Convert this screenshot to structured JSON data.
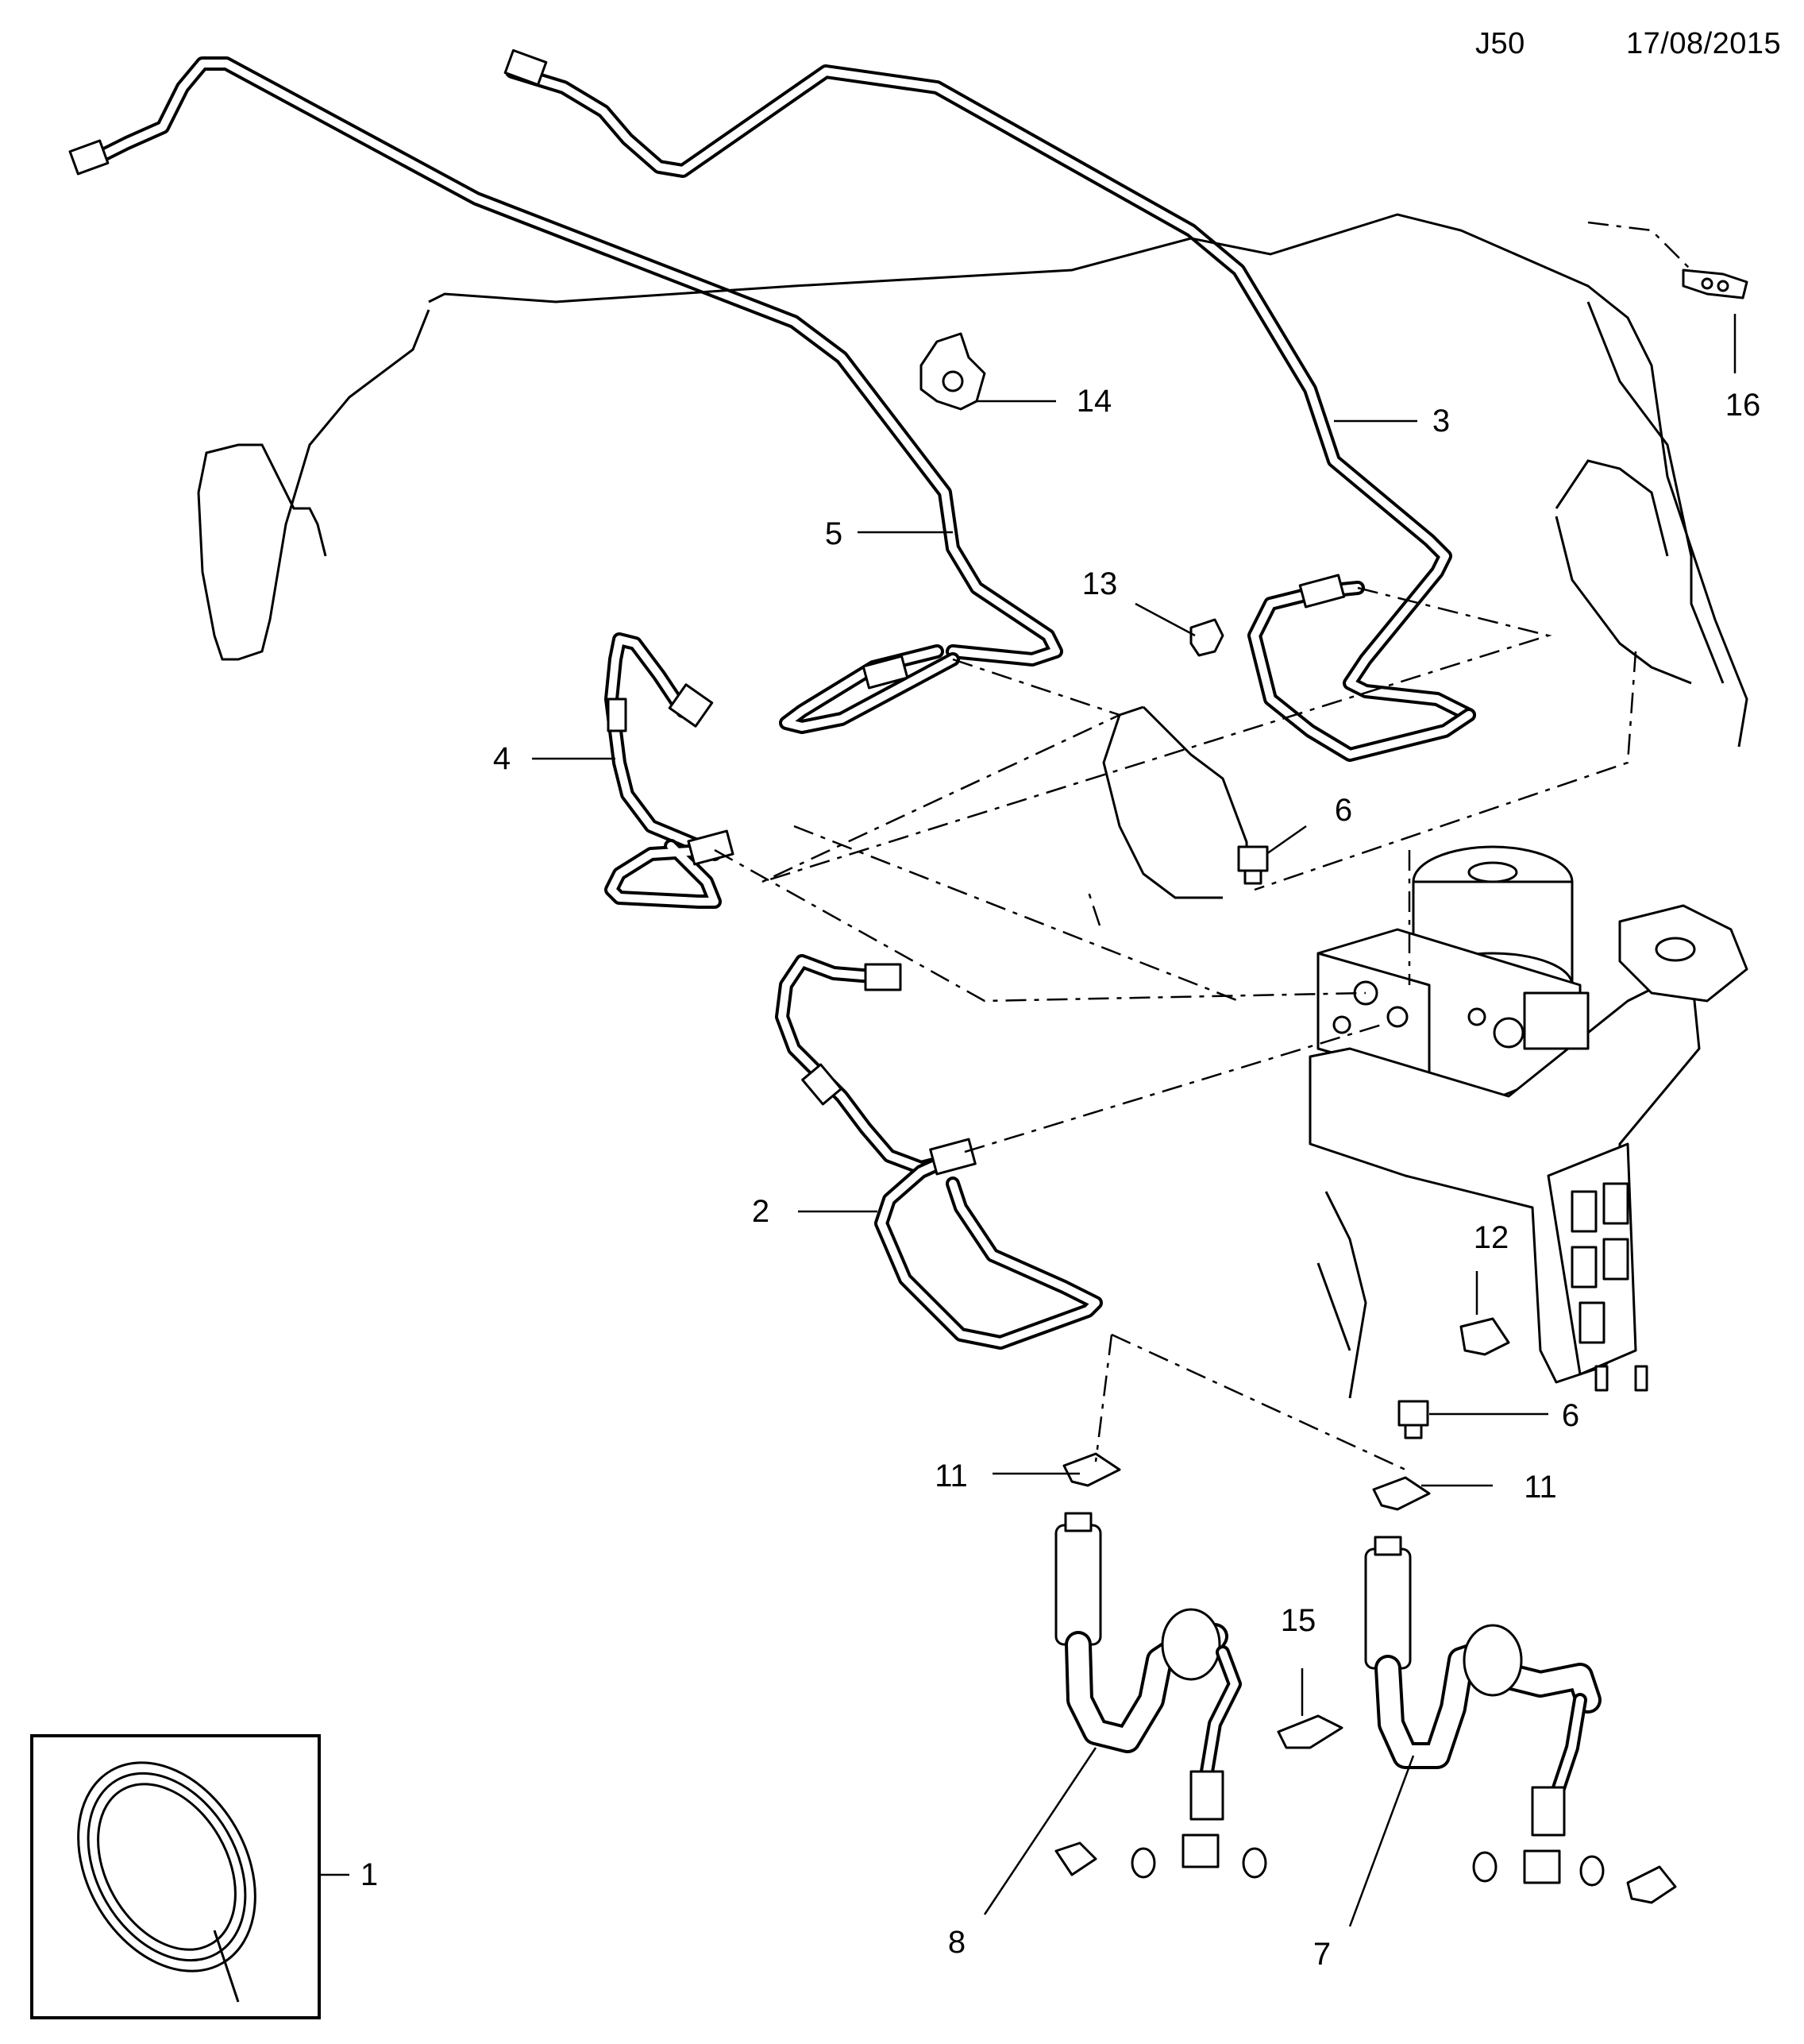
{
  "header": {
    "code": "J50",
    "date": "17/08/2015"
  },
  "callouts": {
    "c1": "1",
    "c2": "2",
    "c3": "3",
    "c4": "4",
    "c5": "5",
    "c6a": "6",
    "c6b": "6",
    "c7": "7",
    "c8": "8",
    "c11a": "11",
    "c11b": "11",
    "c12": "12",
    "c13": "13",
    "c14": "14",
    "c15": "15",
    "c16": "16"
  }
}
